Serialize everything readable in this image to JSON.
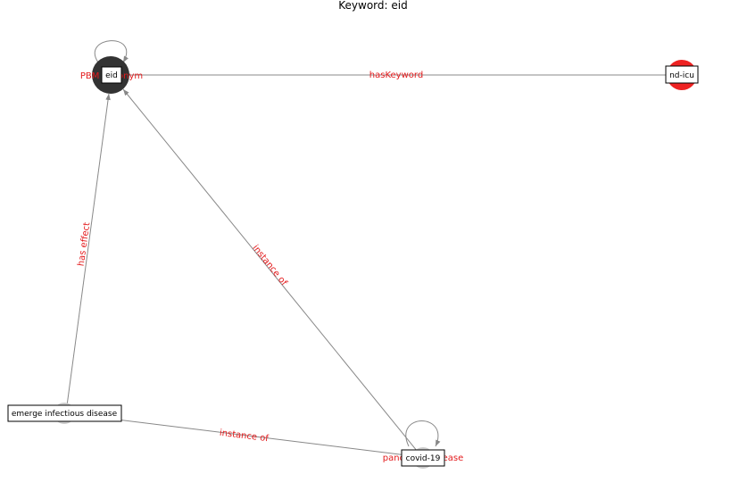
{
  "title": "Keyword: eid",
  "colors": {
    "edge": "#888888",
    "edge_label": "#e31a1c",
    "node_dark": "#333333",
    "node_red": "#ee2222",
    "node_light": "#cccccc"
  },
  "nodes": {
    "eid": {
      "label": "eid",
      "color": "dark"
    },
    "nd_icu": {
      "label": "nd-icu",
      "color": "red"
    },
    "emerge": {
      "label": "emerge infectious disease",
      "color": "light"
    },
    "covid": {
      "label": "covid-19",
      "color": "light"
    }
  },
  "edges": {
    "has_keyword": {
      "label": "hasKeyword",
      "from": "eid",
      "to": "nd_icu"
    },
    "eid_self": {
      "label": "PBM synonym",
      "from": "eid",
      "to": "eid"
    },
    "has_effect": {
      "label": "has effect",
      "from": "emerge",
      "to": "eid"
    },
    "instance_of_covid_eid": {
      "label": "instance of",
      "from": "covid",
      "to": "eid"
    },
    "instance_of_emerge_covid": {
      "label": "instance of",
      "from": "emerge",
      "to": "covid"
    },
    "covid_self": {
      "label": "pandemic disease",
      "from": "covid",
      "to": "covid"
    }
  }
}
